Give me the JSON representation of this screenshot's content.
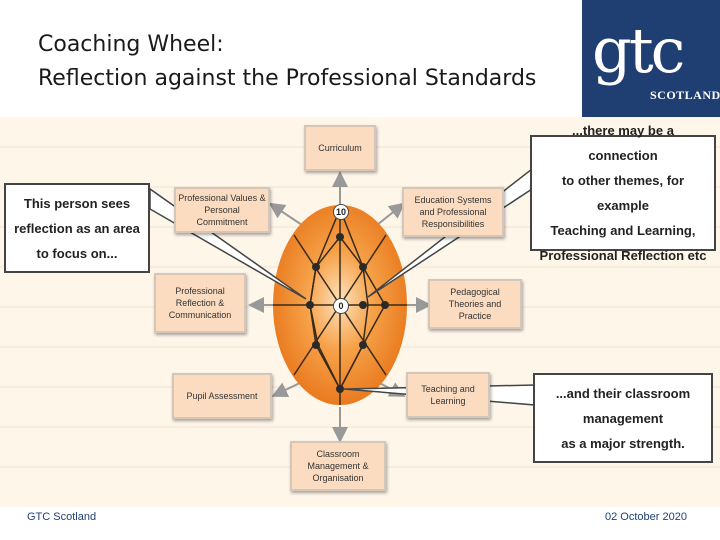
{
  "slide": {
    "title_line1": "Coaching Wheel:",
    "title_line2": "Reflection against the Professional Standards"
  },
  "logo": {
    "wordmark": "gtc",
    "subtitle": "SCOTLAND"
  },
  "wheel": {
    "center_label": "0",
    "outer_label": "10",
    "segments": [
      "Curriculum",
      "Education Systems and Professional Responsibilities",
      "Pedagogical Theories and Practice",
      "Teaching and Learning",
      "Classroom Management & Organisation",
      "Pupil Assessment",
      "Professional Reflection & Communication",
      "Professional Values & Personal Commitment"
    ]
  },
  "callouts": {
    "left": "This person sees\nreflection as an area\nto focus on...",
    "top_right": "...there may be a connection\nto other themes, for example\nTeaching and Learning,\nProfessional Reflection etc",
    "bottom_right": "...and their classroom\nmanagement\nas a major strength."
  },
  "footer": {
    "left": "GTC Scotland",
    "right": "02 October 2020"
  },
  "colors": {
    "wheel_orange": "#f08a24",
    "box_fill": "#fbdcc0",
    "brand_navy": "#1f3f73"
  }
}
